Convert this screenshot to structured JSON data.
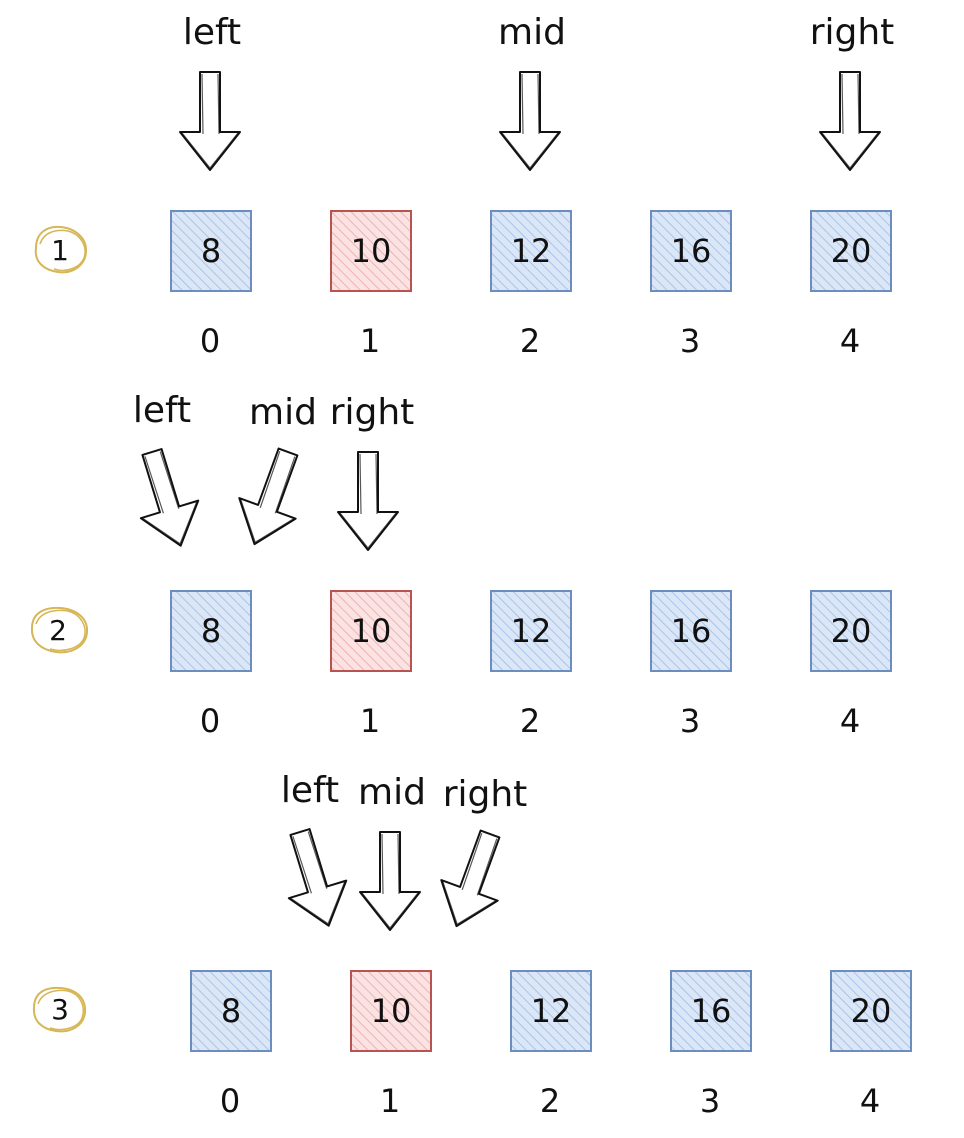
{
  "colors": {
    "normal_fill": "#dbe7f7",
    "normal_stroke": "#6c8ebf",
    "target_fill": "#f8d7d7",
    "target_stroke": "#b85450",
    "step_stroke": "#d6b656",
    "ink": "#111111"
  },
  "steps": [
    {
      "step_label": "1",
      "cells": [
        "8",
        "10",
        "12",
        "16",
        "20"
      ],
      "indices": [
        "0",
        "1",
        "2",
        "3",
        "4"
      ],
      "target_index": 1,
      "pointers": [
        {
          "label": "left",
          "points_to": 0
        },
        {
          "label": "mid",
          "points_to": 2
        },
        {
          "label": "right",
          "points_to": 4
        }
      ]
    },
    {
      "step_label": "2",
      "cells": [
        "8",
        "10",
        "12",
        "16",
        "20"
      ],
      "indices": [
        "0",
        "1",
        "2",
        "3",
        "4"
      ],
      "target_index": 1,
      "pointers": [
        {
          "label": "left",
          "points_to": 0
        },
        {
          "label": "mid",
          "points_to": 0
        },
        {
          "label": "right",
          "points_to": 1
        }
      ]
    },
    {
      "step_label": "3",
      "cells": [
        "8",
        "10",
        "12",
        "16",
        "20"
      ],
      "indices": [
        "0",
        "1",
        "2",
        "3",
        "4"
      ],
      "target_index": 1,
      "pointers": [
        {
          "label": "left",
          "points_to": 1
        },
        {
          "label": "mid",
          "points_to": 1
        },
        {
          "label": "right",
          "points_to": 1
        }
      ]
    }
  ]
}
